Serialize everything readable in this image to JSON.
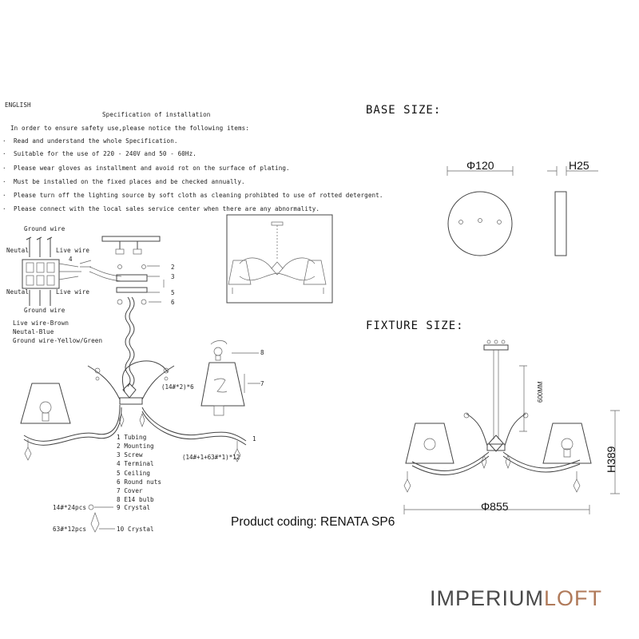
{
  "spec": {
    "language": "ENGLISH",
    "heading": "Specification of installation",
    "intro": "In order to ensure safety use,please notice the following items:",
    "items": [
      "Read and understand the whole Specification.",
      "Suitable for the use of 220 - 240V and 50 - 60Hz.",
      "Please wear gloves as installment and avoid rot on the surface of plating.",
      "Must be installed on the fixed places and be checked annually.",
      "Please turn off the lighting source by soft cloth as cleaning prohibted to use of rotted detergent.",
      "Please connect with the local sales service center when there are any abnormality."
    ],
    "bullet": "·"
  },
  "wiring": {
    "ground_top": "Ground wire",
    "neutal_top": "Neutal",
    "live_top": "Live wire",
    "neutal_bottom": "Neutal",
    "live_bottom": "Live wire",
    "ground_bottom": "Ground wire",
    "legend": [
      "Live wire-Brown",
      "Neutal-Blue",
      "Ground wire-Yellow/Green"
    ]
  },
  "callouts": {
    "n1": "1",
    "n2": "2",
    "n3": "3",
    "n4": "4",
    "n5": "5",
    "n6": "6",
    "n7": "7",
    "n8": "8",
    "crystal_small": "(14#*2)*6",
    "crystal_mix": "(14#+1+63#*1)*12"
  },
  "parts": [
    "1 Tubing",
    "2 Mounting",
    "3 Screw",
    "4 Terminal",
    "5 Ceiling",
    "6 Round nuts",
    "7 Cover",
    "8 E14 bulb"
  ],
  "crystals": [
    {
      "qty": "14#*24pcs",
      "label": "9 Crystal"
    },
    {
      "qty": "63#*12pcs",
      "label": "10 Crystal"
    }
  ],
  "product_coding": "Product coding: RENATA SP6",
  "base": {
    "title": "BASE SIZE:",
    "diameter": "Φ120",
    "height": "H25"
  },
  "fixture": {
    "title": "FIXTURE SIZE:",
    "chain": "600MM",
    "height": "H389",
    "width": "Φ855"
  },
  "logo": {
    "part1": "IMPERIUM",
    "part2": "LOFT",
    "color1": "#4a4a4a",
    "color2": "#b07a5a"
  }
}
